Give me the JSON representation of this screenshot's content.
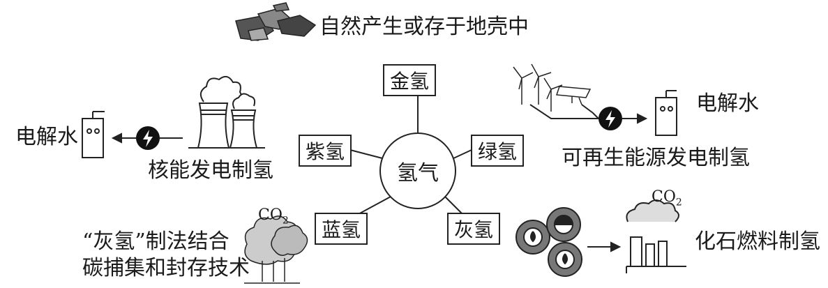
{
  "center": {
    "label": "氢气"
  },
  "hydrogen_types": {
    "gold": "金氢",
    "purple": "紫氢",
    "green": "绿氢",
    "blue": "蓝氢",
    "gray": "灰氢"
  },
  "captions": {
    "natural": "自然产生或存于地壳中",
    "nuclear": "核能发电制氢",
    "renewable": "可再生能源发电制氢",
    "electrolysis_left": "电解水",
    "electrolysis_right": "电解水",
    "fossil": "化石燃料制氢",
    "ccs_line1": "“灰氢”制法结合",
    "ccs_line2": "碳捕集和封存技术"
  },
  "co2": {
    "left": {
      "base": "CO",
      "sub": "2"
    },
    "right": {
      "base": "CO",
      "sub": "2"
    }
  },
  "icons": [
    "rock-icon",
    "nuclear-plant-icon",
    "electrolyzer-icon",
    "power-icon",
    "wind-turbine-icon",
    "solar-panel-icon",
    "oil-well-icon",
    "factory-icon",
    "tree-icon"
  ]
}
